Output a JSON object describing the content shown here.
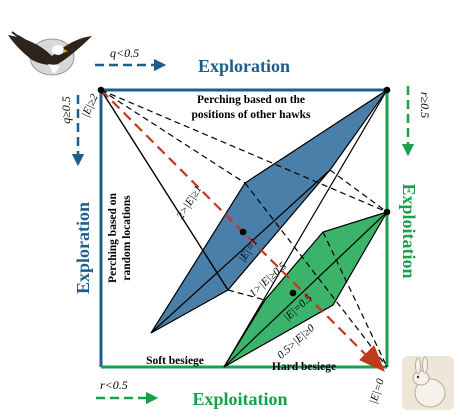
{
  "colors": {
    "blue": "#1d5e8c",
    "blue_fill": "#4a7fa9",
    "green": "#15a24a",
    "green_fill": "#3bb36a",
    "red": "#c0391b",
    "black": "#000000"
  },
  "phases": {
    "top": "Exploration",
    "left": "Exploration",
    "right": "Exploitation",
    "bottom": "Exploitation"
  },
  "conditions": {
    "q_top": "q<0.5",
    "q_left": "q≥0.5",
    "r_right": "r≥0.5",
    "r_bottom": "r<0.5"
  },
  "regions": {
    "perch_others_line1": "Perching based on the",
    "perch_others_line2": "positions of other hawks",
    "perch_random_line1": "Perching based on",
    "perch_random_line2": "random locations",
    "soft_besiege": "Soft besiege",
    "hard_besiege": "Hard besiege"
  },
  "energy": {
    "e_start": "|E|≥2",
    "e_2_1": "2>|E|≥1",
    "e_1": "|E|=1",
    "e_1_05": "1>|E|≥0.5",
    "e_05": "|E|=0.5",
    "e_05_0": "0.5>|E|≥0",
    "e_end": "|E|=0"
  },
  "icons": [
    "eagle-icon",
    "rabbit-icon"
  ]
}
